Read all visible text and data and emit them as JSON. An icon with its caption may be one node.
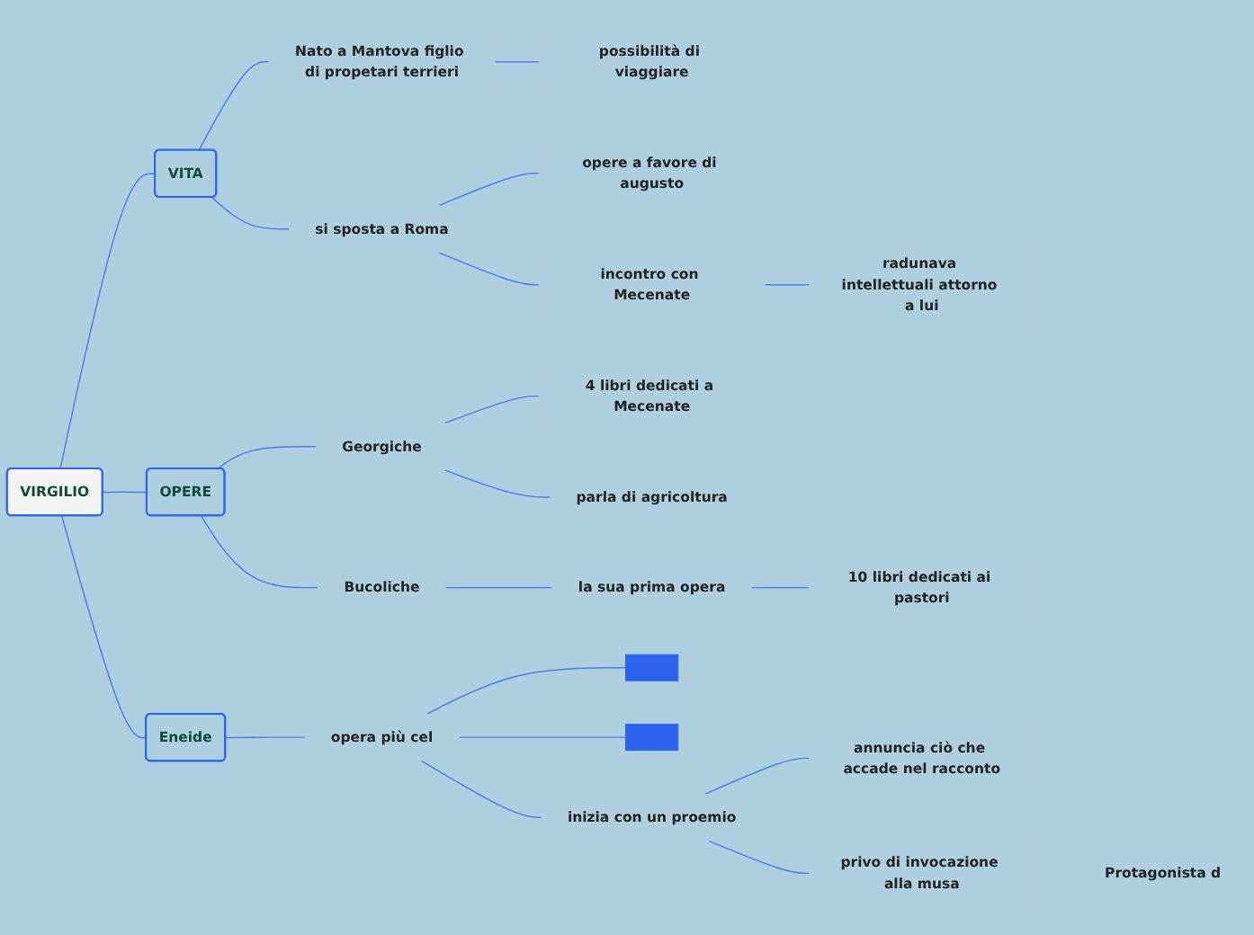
{
  "diagram": {
    "nodes": [
      {
        "text": [
          "VIRGILIO"
        ]
      },
      {
        "text": [
          "VITA"
        ]
      },
      {
        "text": [
          "Nato a Mantova figlio di propetari terrieri"
        ]
      },
      {
        "text": [
          "possibilità di viaggiare"
        ]
      },
      {
        "text": [
          "si sposta a Roma"
        ]
      },
      {
        "text": [
          "opere a favore di augusto"
        ]
      },
      {
        "text": [
          "incontro con Mecenate"
        ]
      },
      {
        "text": [
          "radunava intellettuali attorno a lui"
        ]
      },
      {
        "text": [
          "OPERE"
        ]
      },
      {
        "text": [
          "Georgiche"
        ]
      },
      {
        "text": [
          "4 libri dedicati a Mecenate"
        ]
      },
      {
        "text": [
          "parla di agricoltura"
        ]
      },
      {
        "text": [
          "Bucoliche"
        ]
      },
      {
        "text": [
          "la sua prima opera"
        ]
      },
      {
        "text": [
          "10 libri dedicati ai pastori"
        ]
      },
      {
        "text": [
          "Eneide"
        ]
      },
      {
        "text": [
          "opera più cel"
        ]
      },
      {
        "text": [],
        "shape": "bar"
      },
      {
        "text": [],
        "shape": "bar"
      },
      {
        "text": [
          "inizia con un proemio"
        ]
      },
      {
        "text": [
          "annuncia ciò che accade nel racconto"
        ]
      },
      {
        "text": [
          "privo di invocazione alla musa"
        ]
      },
      {
        "text": [
          "Protagonista d"
        ]
      }
    ],
    "edges": [
      {
        "from": 0,
        "to": 1,
        "arrow": "none"
      },
      {
        "from": 1,
        "to": 2,
        "arrow": "none"
      },
      {
        "from": 2,
        "to": 3,
        "arrow": "none"
      },
      {
        "from": 1,
        "to": 4,
        "arrow": "none"
      },
      {
        "from": 4,
        "to": 5,
        "arrow": "none"
      },
      {
        "from": 4,
        "to": 6,
        "arrow": "none"
      },
      {
        "from": 6,
        "to": 7,
        "arrow": "none"
      },
      {
        "from": 0,
        "to": 8,
        "arrow": "none"
      },
      {
        "from": 8,
        "to": 9,
        "arrow": "none"
      },
      {
        "from": 9,
        "to": 10,
        "arrow": "none"
      },
      {
        "from": 9,
        "to": 11,
        "arrow": "none"
      },
      {
        "from": 8,
        "to": 12,
        "arrow": "none"
      },
      {
        "from": 12,
        "to": 13,
        "arrow": "none"
      },
      {
        "from": 13,
        "to": 14,
        "arrow": "none"
      },
      {
        "from": 0,
        "to": 15,
        "arrow": "none"
      },
      {
        "from": 15,
        "to": 16,
        "arrow": "none"
      },
      {
        "from": 16,
        "to": 17,
        "arrow": "none"
      },
      {
        "from": 16,
        "to": 18,
        "arrow": "none"
      },
      {
        "from": 16,
        "to": 19,
        "arrow": "none"
      },
      {
        "from": 19,
        "to": 20,
        "arrow": "none"
      },
      {
        "from": 19,
        "to": 21,
        "arrow": "none"
      }
    ]
  }
}
